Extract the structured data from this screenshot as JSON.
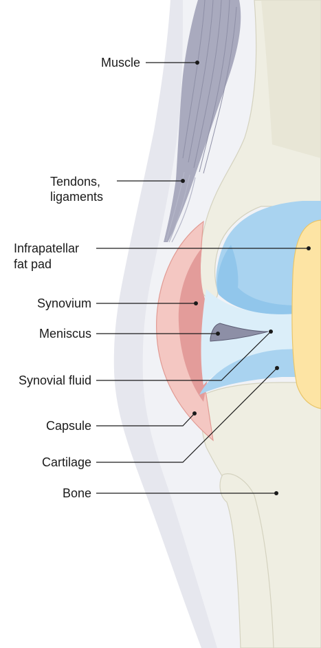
{
  "labels": {
    "muscle": "Muscle",
    "tendons_line1": "Tendons,",
    "tendons_line2": "ligaments",
    "fat_pad_line1": "Infrapatellar",
    "fat_pad_line2": "fat pad",
    "synovium": "Synovium",
    "meniscus": "Meniscus",
    "synovial_fluid": "Synovial fluid",
    "capsule": "Capsule",
    "cartilage": "Cartilage",
    "bone": "Bone"
  },
  "colors": {
    "skin_outer": "#e6e7ee",
    "skin_inner": "#f1f2f6",
    "bone": "#efeee2",
    "bone_outline": "#d4d2bf",
    "bone_shadow": "#e3e1cf",
    "muscle": "#a9aabe",
    "muscle_line": "#8e8fa6",
    "cartilage": "#a9d3f0",
    "cartilage_dark": "#88c0e8",
    "synovial_fluid": "#dbeef9",
    "capsule": "#f4c7c2",
    "capsule_outline": "#e19a93",
    "synovium": "#e39c9a",
    "meniscus": "#8d8fa6",
    "patella": "#fde4a4",
    "patella_outline": "#e8c56a"
  }
}
